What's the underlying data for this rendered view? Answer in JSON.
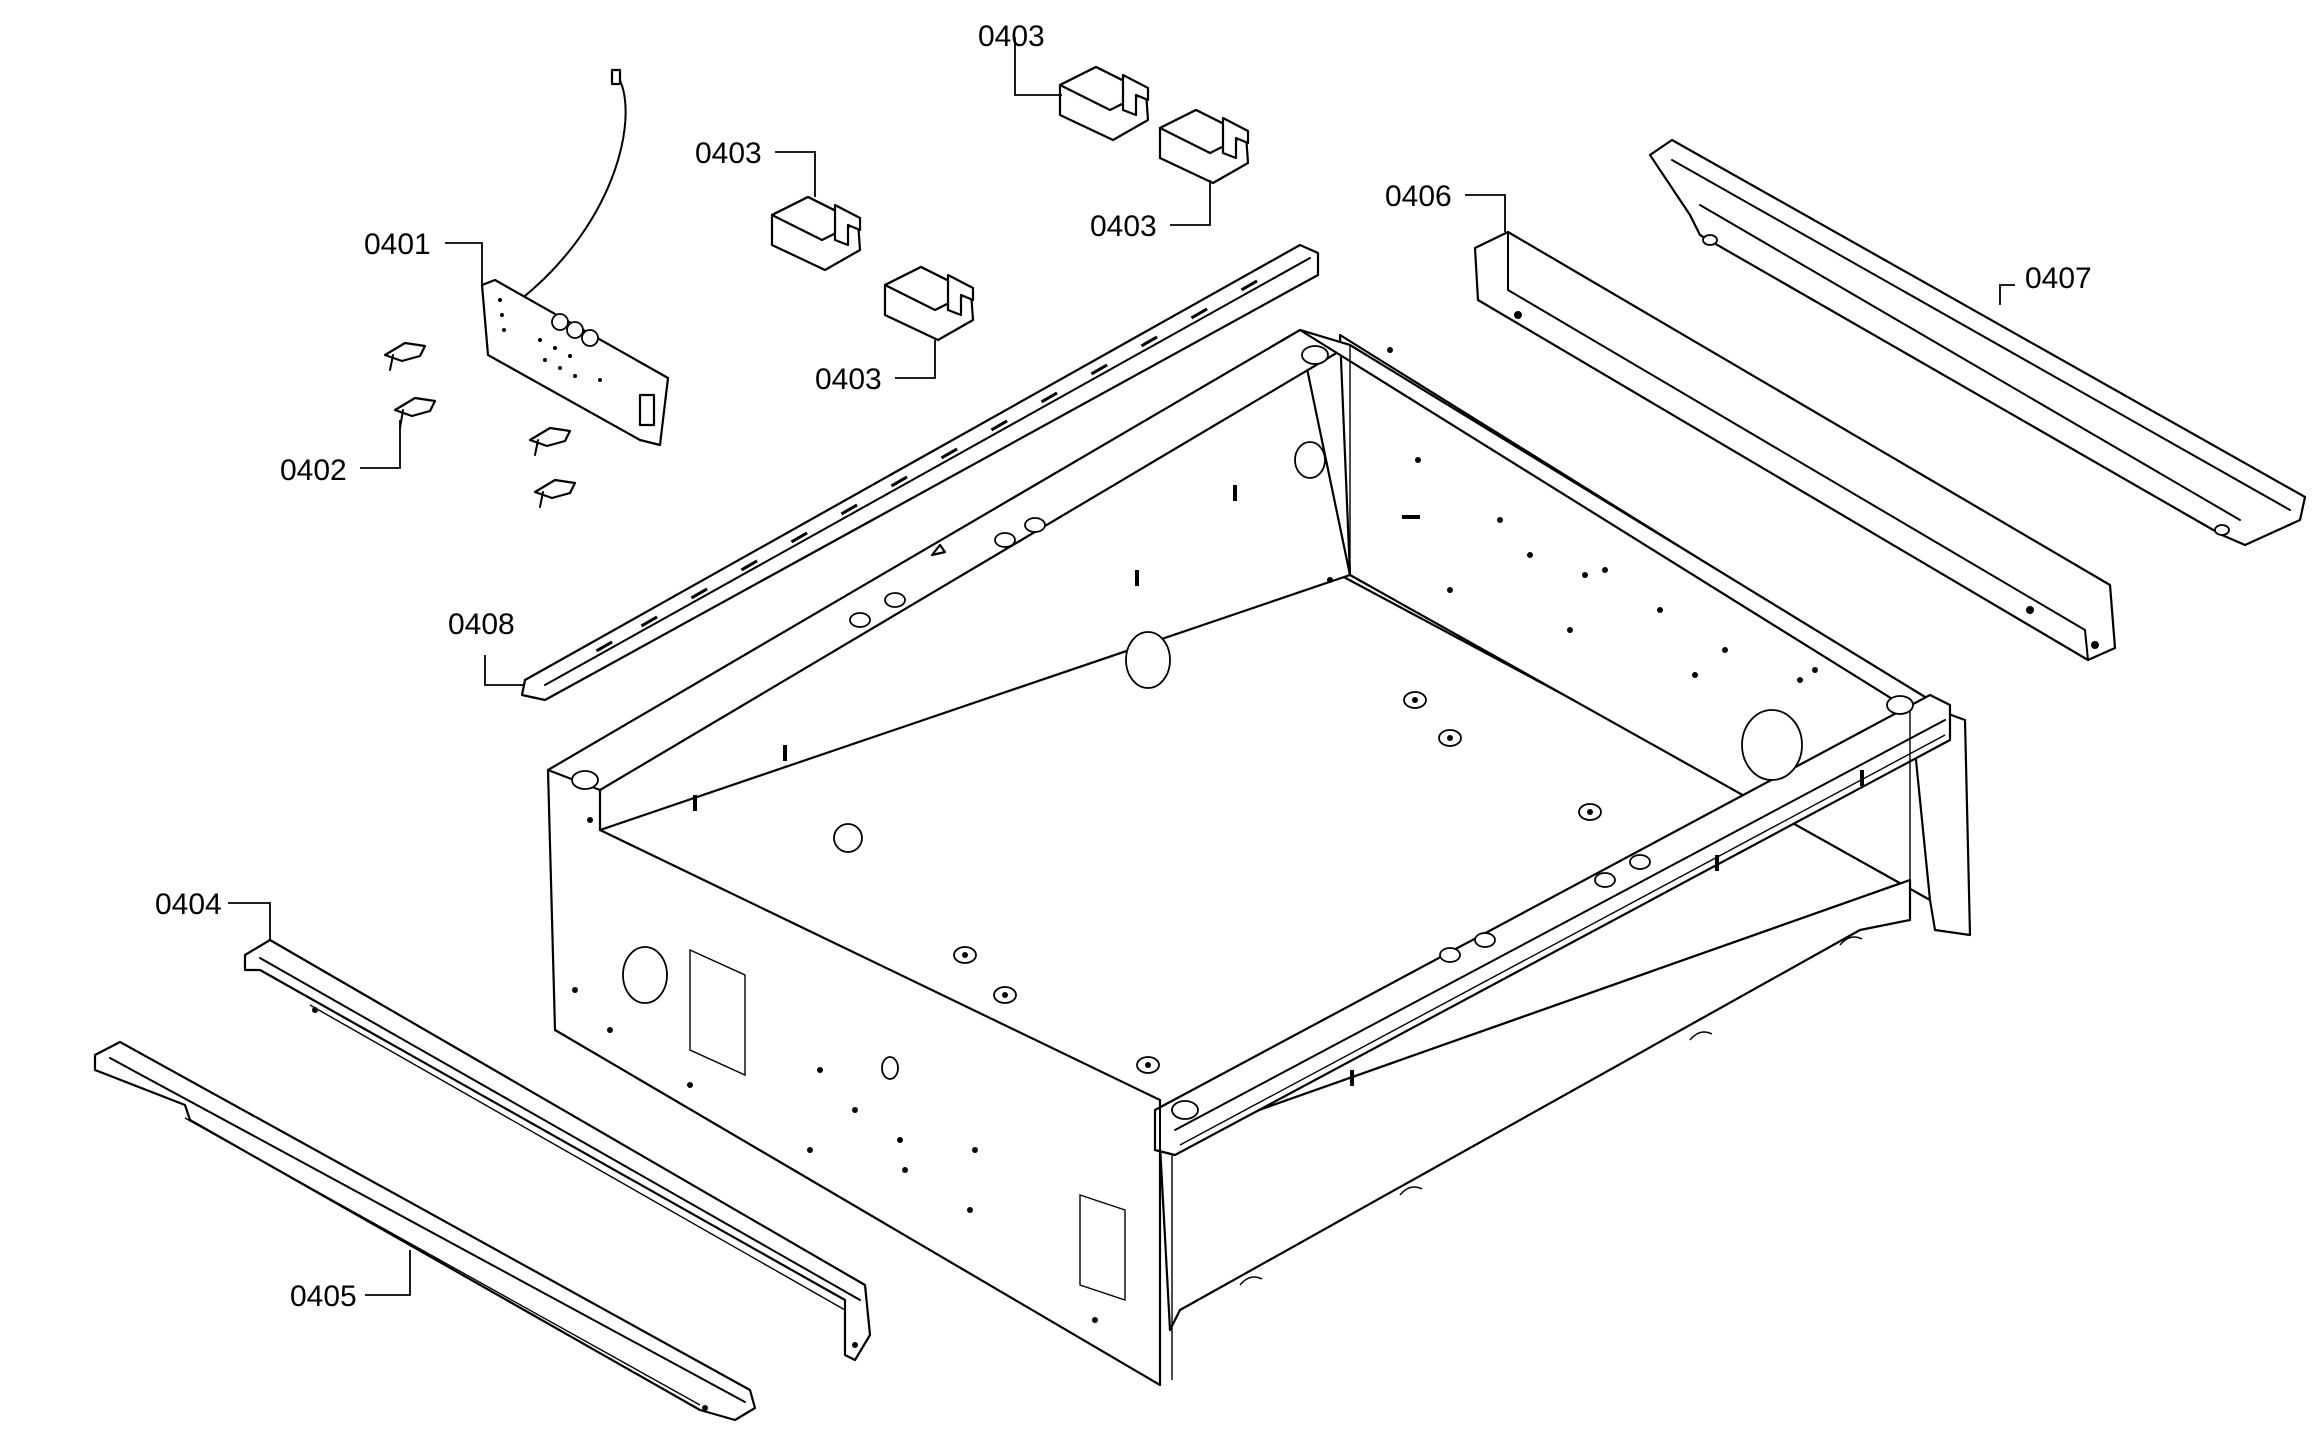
{
  "callouts": {
    "c0401": "0401",
    "c0402": "0402",
    "c0403a": "0403",
    "c0403b": "0403",
    "c0403c": "0403",
    "c0403d": "0403",
    "c0404": "0404",
    "c0405": "0405",
    "c0406": "0406",
    "c0407": "0407",
    "c0408": "0408"
  },
  "colors": {
    "line": "#000000",
    "background": "#ffffff"
  }
}
